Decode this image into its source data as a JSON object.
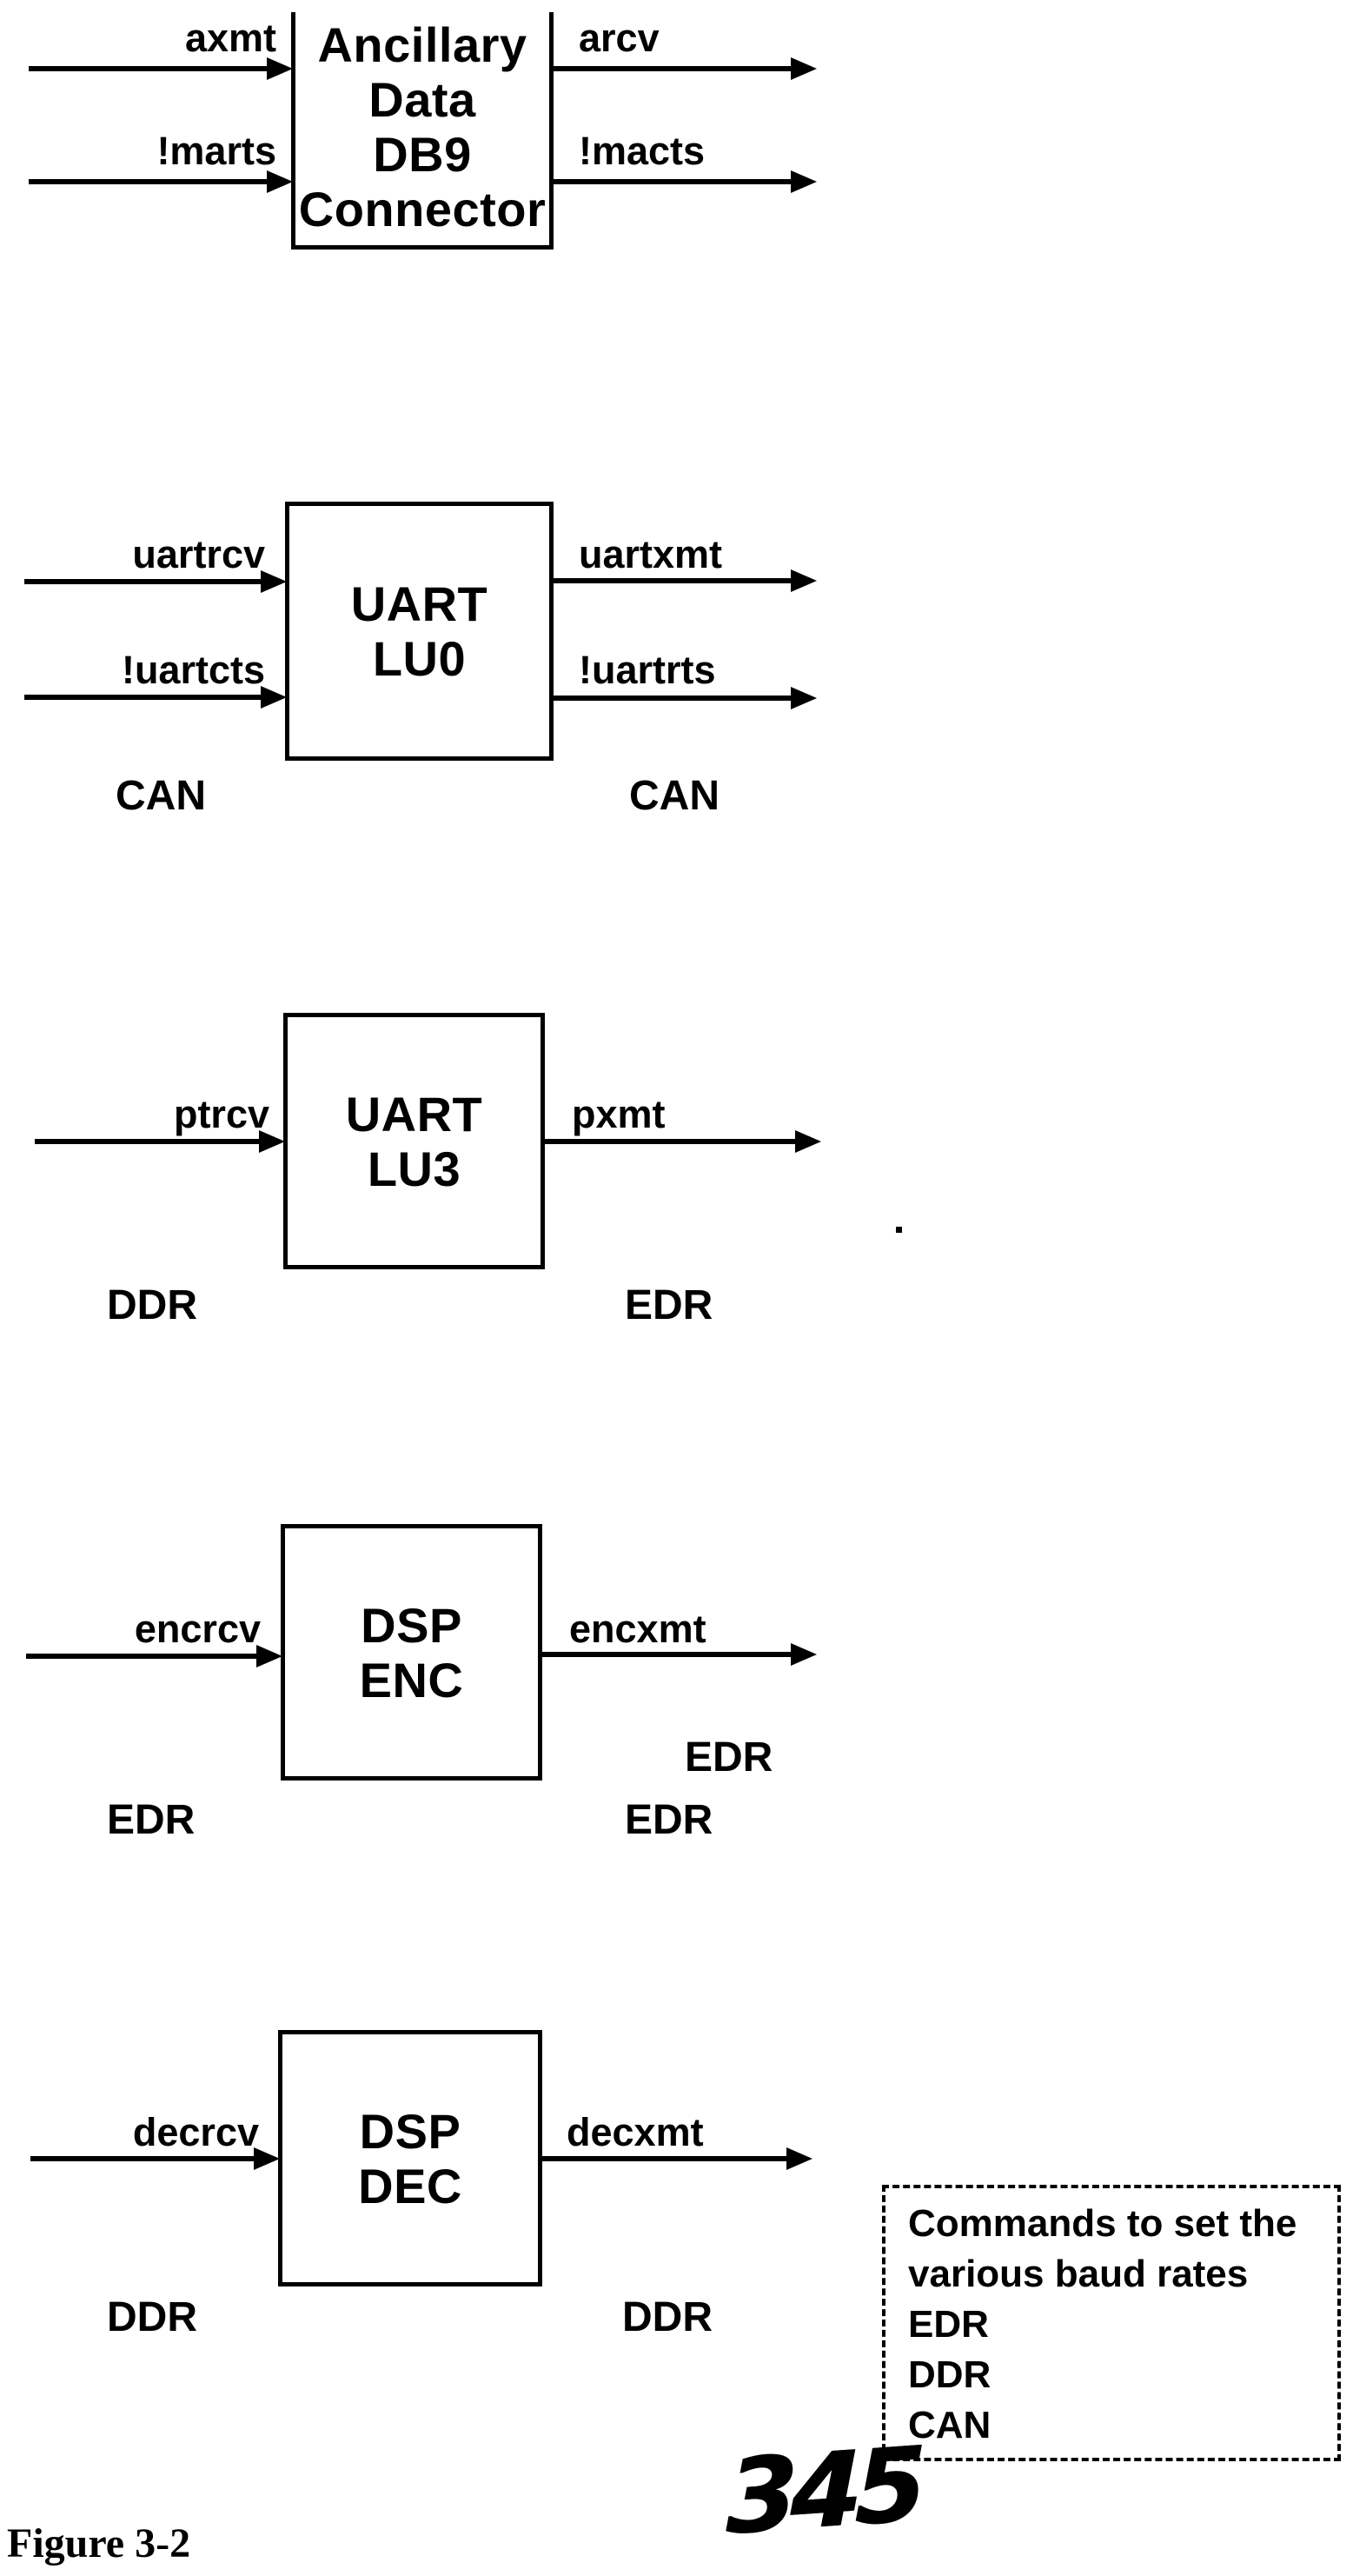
{
  "paper": {
    "background": "#ffffff",
    "ink": "#000000"
  },
  "figure_caption": "Figure 3-2",
  "page_number": "345",
  "diagram": {
    "blocks": [
      {
        "title_lines": [
          "Ancillary",
          "Data",
          "DB9",
          "Connector"
        ],
        "inputs": [
          "axmt",
          "!marts"
        ],
        "outputs": [
          "arcv",
          "!macts"
        ]
      },
      {
        "title_lines": [
          "UART",
          "LU0"
        ],
        "inputs": [
          "uartrcv",
          "!uartcts"
        ],
        "outputs": [
          "uartxmt",
          "!uartrts"
        ],
        "left_tag": "CAN",
        "right_tag": "CAN"
      },
      {
        "title_lines": [
          "UART",
          "LU3"
        ],
        "inputs": [
          "ptrcv"
        ],
        "outputs": [
          "pxmt"
        ],
        "left_tag": "DDR",
        "right_tag": "EDR"
      },
      {
        "title_lines": [
          "DSP",
          "ENC"
        ],
        "inputs": [
          "encrcv"
        ],
        "outputs": [
          "encxmt"
        ],
        "left_tag": "EDR",
        "right_tag": "EDR",
        "extra_right_tag": "EDR"
      },
      {
        "title_lines": [
          "DSP",
          "DEC"
        ],
        "inputs": [
          "decrcv"
        ],
        "outputs": [
          "decxmt"
        ],
        "left_tag": "DDR",
        "right_tag": "DDR"
      }
    ],
    "legend_lines": [
      "Commands to set the",
      "various baud rates",
      "EDR",
      "DDR",
      "CAN"
    ]
  }
}
